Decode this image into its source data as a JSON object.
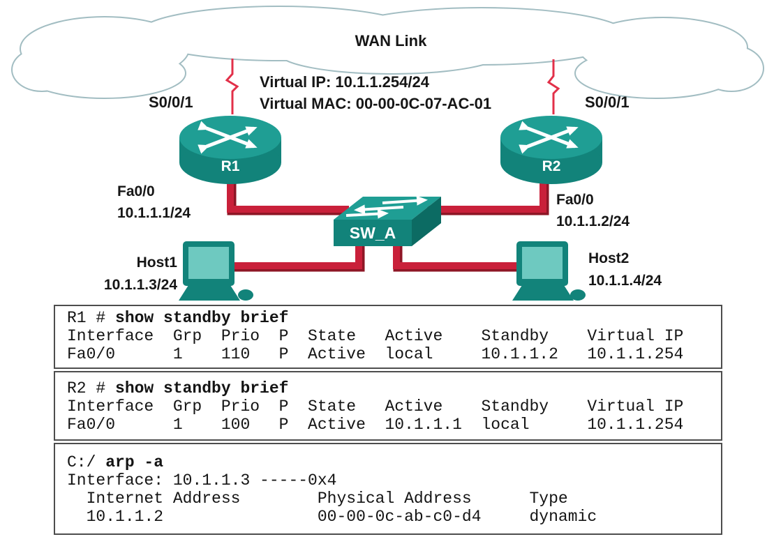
{
  "diagram": {
    "wan_label": "WAN Link",
    "virtual_ip_label": "Virtual IP: 10.1.1.254/24",
    "virtual_mac_label": "Virtual MAC: 00-00-0C-07-AC-01",
    "r1_name": "R1",
    "r2_name": "R2",
    "r1_serial_if": "S0/0/1",
    "r2_serial_if": "S0/0/1",
    "r1_lan_if": "Fa0/0",
    "r1_lan_ip": "10.1.1.1/24",
    "r2_lan_if": "Fa0/0",
    "r2_lan_ip": "10.1.1.2/24",
    "switch_name": "SW_A",
    "host1_name": "Host1",
    "host1_ip": "10.1.1.3/24",
    "host2_name": "Host2",
    "host2_ip": "10.1.1.4/24",
    "colors": {
      "device_teal": "#12837a",
      "device_teal_top": "#1f9e94",
      "device_teal_dark": "#0c6b63",
      "screen_teal": "#6ec9c0",
      "link_red": "#c9203a",
      "link_red_dark": "#8e1626",
      "bolt_red": "#e23049",
      "cloud_stroke": "#a2bdc2"
    }
  },
  "terminal": {
    "sections": [
      {
        "prompt": "R1 # ",
        "command": "show standby brief",
        "output": "\nInterface  Grp  Prio  P  State   Active    Standby    Virtual IP\nFa0/0      1    110   P  Active  local     10.1.1.2   10.1.1.254"
      },
      {
        "prompt": "R2 # ",
        "command": "show standby brief",
        "output": "\nInterface  Grp  Prio  P  State   Active    Standby    Virtual IP\nFa0/0      1    100   P  Active  10.1.1.1  local      10.1.1.254"
      },
      {
        "prompt": "C:/ ",
        "command": "arp -a",
        "output": "\nInterface: 10.1.1.3 -----0x4\n  Internet Address        Physical Address      Type\n  10.1.1.2                00-00-0c-ab-c0-d4     dynamic"
      }
    ]
  }
}
